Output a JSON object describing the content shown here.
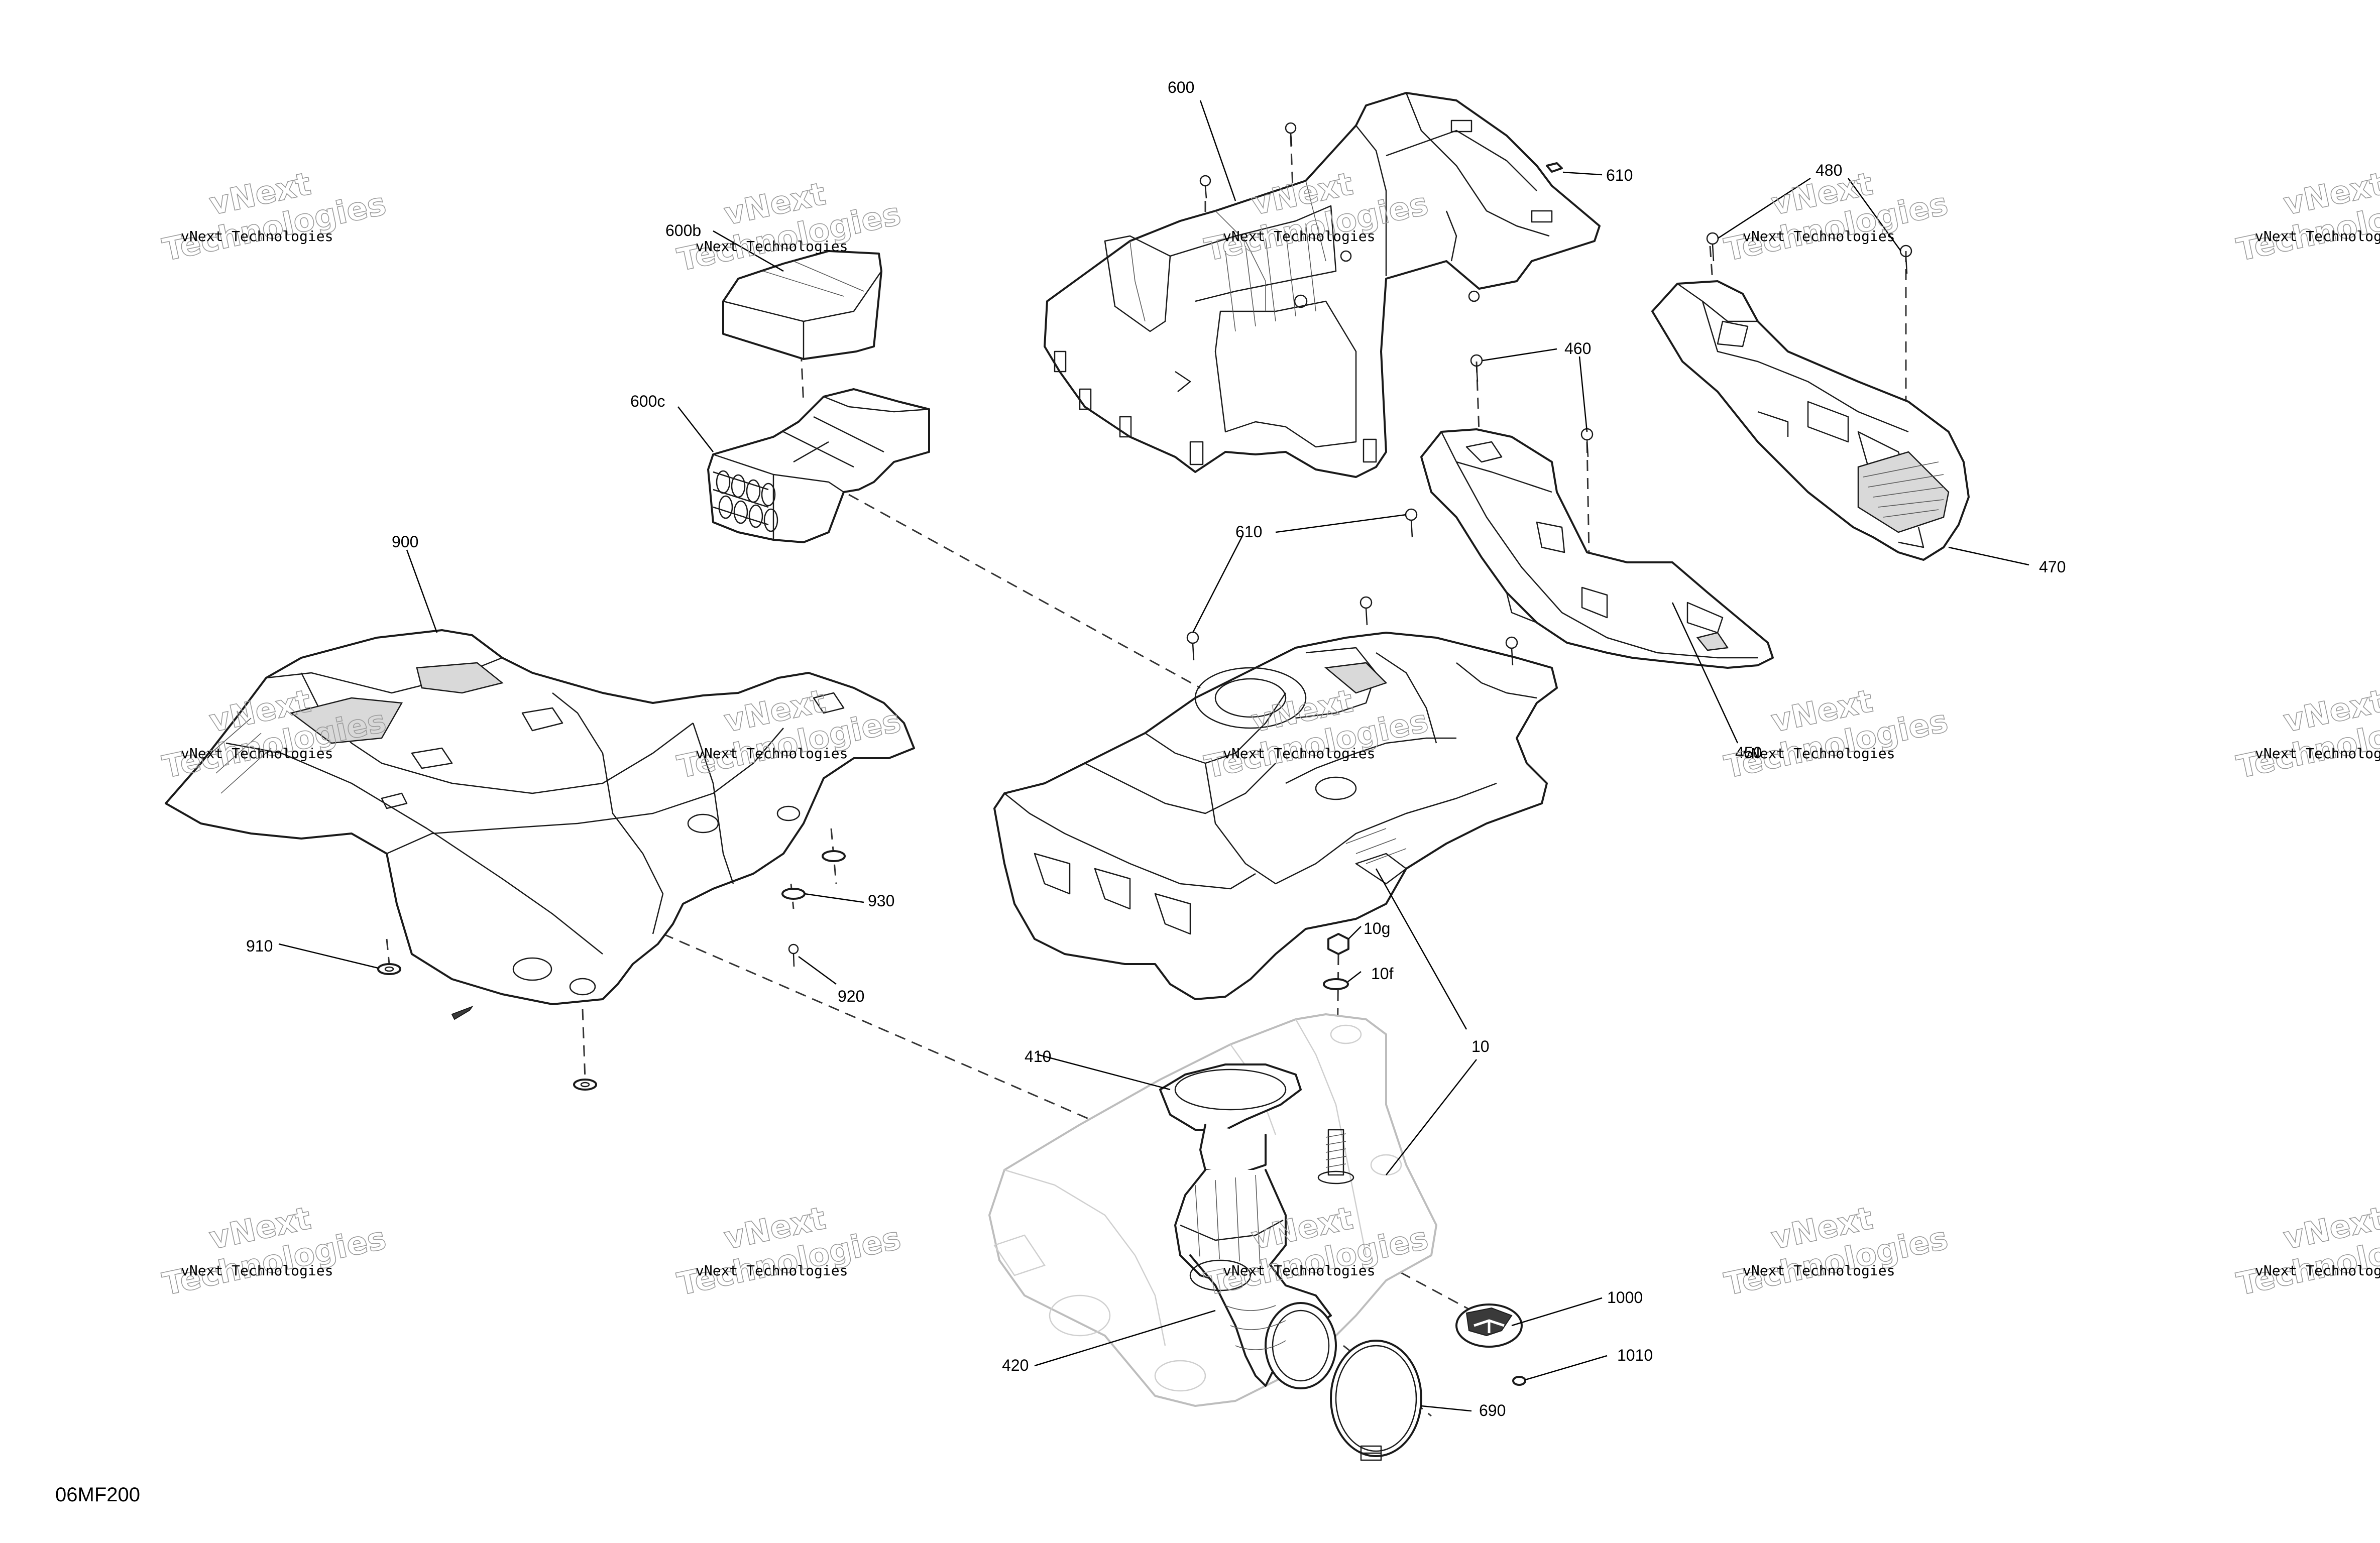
{
  "callouts": {
    "c600": "600",
    "c610a": "610",
    "c480": "480",
    "c600b": "600b",
    "c600c": "600c",
    "c460": "460",
    "c470": "470",
    "c900": "900",
    "c610b": "610",
    "c450": "450",
    "c930": "930",
    "c910": "910",
    "c920": "920",
    "c10g": "10g",
    "c10f": "10f",
    "c10": "10",
    "c410": "410",
    "c1000": "1000",
    "c1010": "1010",
    "c420": "420",
    "c690": "690"
  },
  "watermark": {
    "line1": "vNext Technologies",
    "big1": "vNext",
    "big2": "Technologies"
  },
  "document_id": "06MF200"
}
